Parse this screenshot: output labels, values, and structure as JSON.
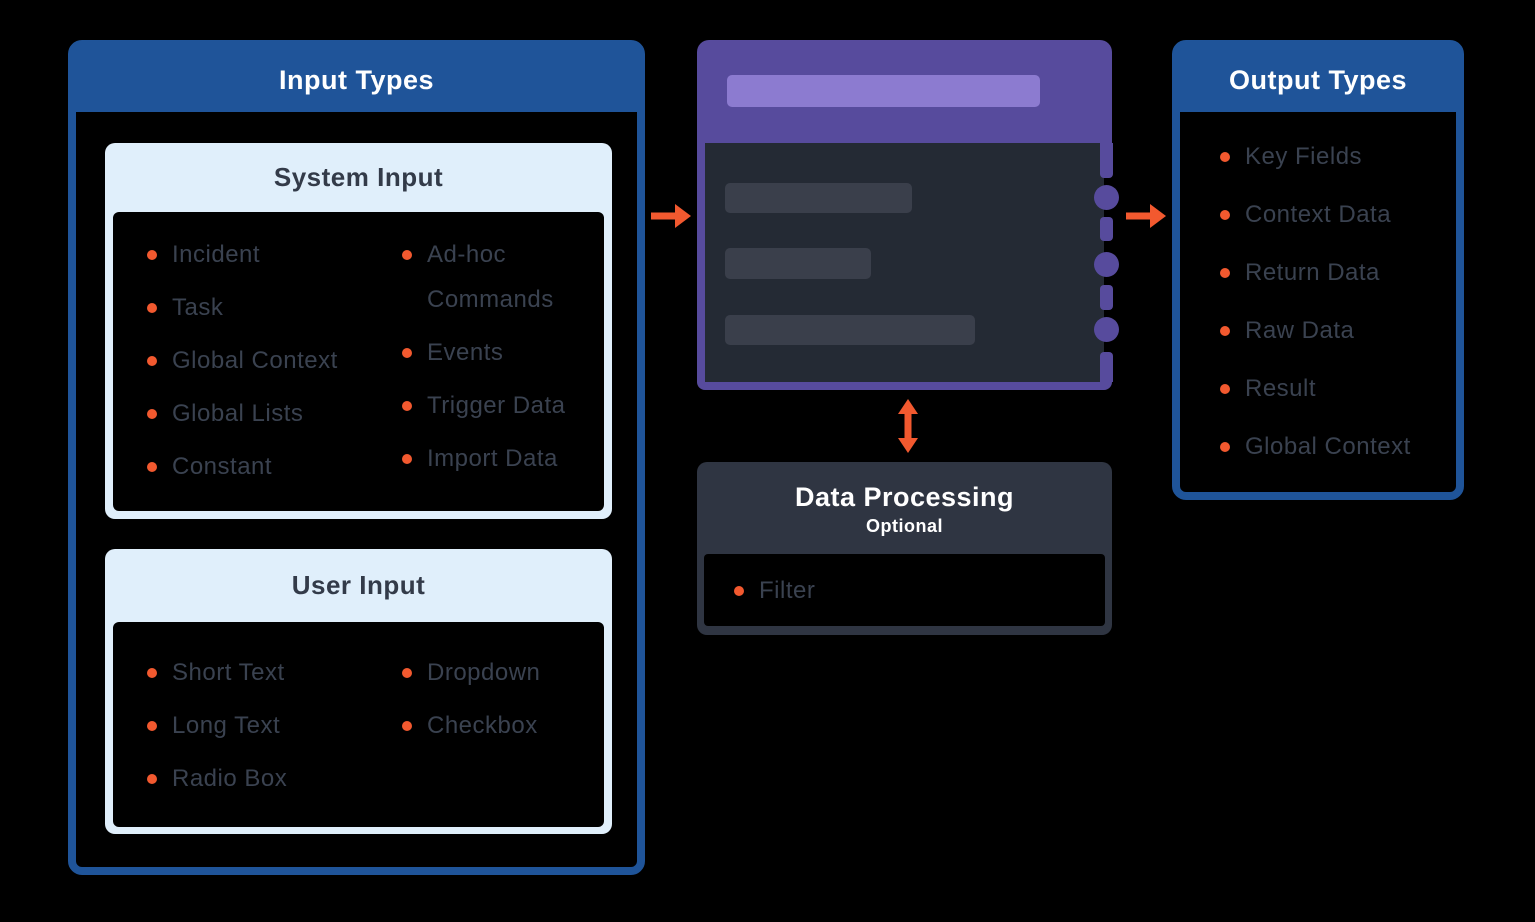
{
  "colors": {
    "background": "#000000",
    "blue": "#1F5499",
    "light-blue": "#E0EFFB",
    "purple": "#574B9D",
    "purple-light": "#8C7BD0",
    "node-body": "#242A34",
    "bar": "#3A3F4B",
    "slate": "#2F3542",
    "orange": "#F2592F",
    "text-dark": "#333B49",
    "text-item": "#3A4250",
    "white": "#FFFFFF"
  },
  "input_panel": {
    "title": "Input Types",
    "sections": [
      {
        "title": "System Input",
        "col1": [
          "Incident",
          "Task",
          "Global Context",
          "Global Lists",
          "Constant"
        ],
        "col2": [
          "Ad-hoc Commands",
          "Events",
          "Trigger Data",
          "Import Data"
        ]
      },
      {
        "title": "User Input",
        "col1": [
          "Short Text",
          "Long Text",
          "Radio Box"
        ],
        "col2": [
          "Dropdown",
          "Checkbox"
        ]
      }
    ]
  },
  "process_node": {
    "placeholder_bars": 3,
    "connection_ports": 3
  },
  "data_processing": {
    "title": "Data Processing",
    "subtitle": "Optional",
    "items": [
      "Filter"
    ]
  },
  "output_panel": {
    "title": "Output Types",
    "items": [
      "Key Fields",
      "Context Data",
      "Return Data",
      "Raw Data",
      "Result",
      "Global Context"
    ]
  }
}
